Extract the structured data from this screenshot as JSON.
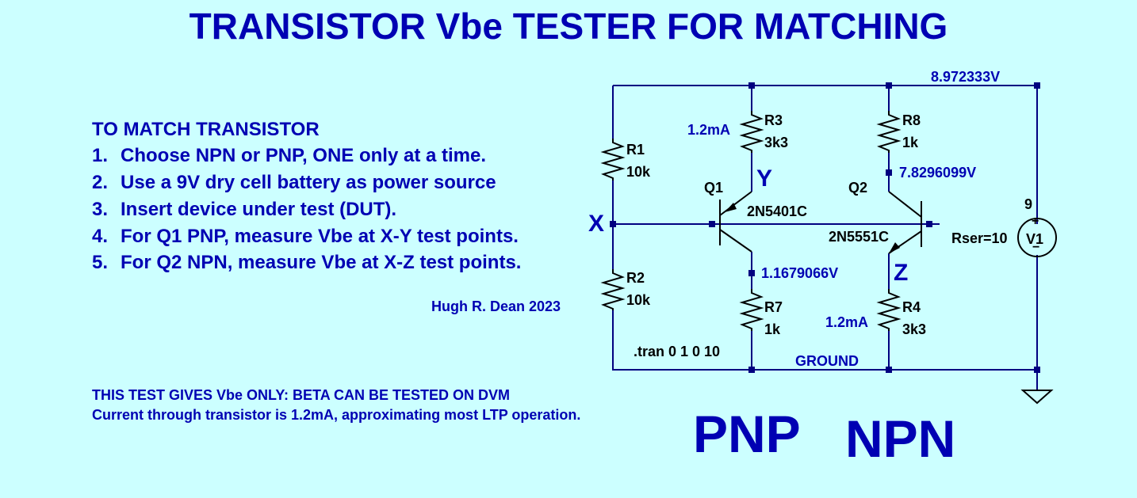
{
  "title": "TRANSISTOR Vbe TESTER FOR MATCHING",
  "instructions": {
    "heading": "TO MATCH TRANSISTOR",
    "steps": [
      {
        "num": "1.",
        "text": "Choose NPN or PNP, ONE only at a time."
      },
      {
        "num": "2.",
        "text": "Use a 9V dry cell battery as power source"
      },
      {
        "num": "3.",
        "text": "Insert device under test (DUT)."
      },
      {
        "num": "4.",
        "text": "For Q1 PNP, measure Vbe at X-Y test points."
      },
      {
        "num": "5.",
        "text": "For Q2 NPN, measure Vbe at X-Z test points."
      }
    ]
  },
  "author": "Hugh R. Dean 2023",
  "notes": {
    "line1": "THIS TEST GIVES Vbe ONLY:  BETA CAN BE TESTED ON DVM",
    "line2": "Current through transistor is 1.2mA, approximating most LTP operation."
  },
  "schematic": {
    "supply_voltage_label": "8.972333V",
    "resistors": [
      {
        "ref": "R1",
        "value": "10k"
      },
      {
        "ref": "R2",
        "value": "10k"
      },
      {
        "ref": "R3",
        "value": "3k3"
      },
      {
        "ref": "R7",
        "value": "1k"
      },
      {
        "ref": "R8",
        "value": "1k"
      },
      {
        "ref": "R4",
        "value": "3k3"
      }
    ],
    "transistors": [
      {
        "ref": "Q1",
        "model": "2N5401C"
      },
      {
        "ref": "Q2",
        "model": "2N5551C"
      }
    ],
    "source": {
      "ref": "V1",
      "value": "9",
      "rser": "Rser=10",
      "plus": "+",
      "minus": "−"
    },
    "currents": {
      "q1": "1.2mA",
      "q2": "1.2mA"
    },
    "node_voltages": {
      "q2_collector": "7.8296099V",
      "q1_emitter": "1.1679066V"
    },
    "test_points": {
      "x": "X",
      "y": "Y",
      "z": "Z"
    },
    "sim_directive": ".tran 0 1 0 10",
    "ground_label": "GROUND"
  },
  "type_labels": {
    "pnp": "PNP",
    "npn": "NPN"
  },
  "colors": {
    "background": "#ccffff",
    "wire": "#000080",
    "text": "#0000b3",
    "component": "#000000"
  }
}
